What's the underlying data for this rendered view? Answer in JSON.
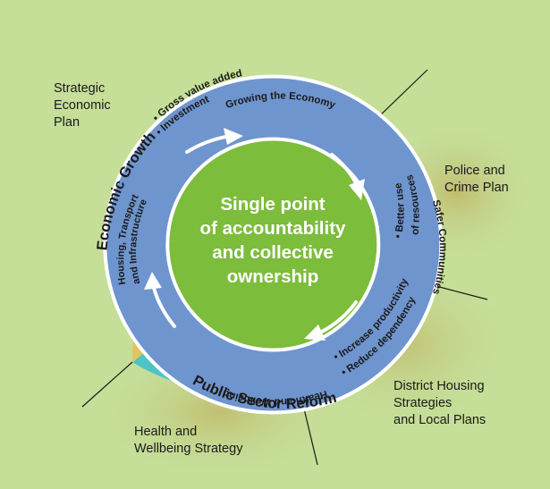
{
  "center": {
    "lines": [
      "Single point",
      "of accountability",
      "and collective",
      "ownership"
    ]
  },
  "inner_ring": {
    "top": "Growing the Economy",
    "right": "Safer Communities",
    "bottom": "Health and Wellbeing",
    "left_line1": "Housing, Transport",
    "left_line2": "and Infrastructure"
  },
  "outer_ring": {
    "economic_growth": {
      "title": "Economic Growth",
      "bullets": [
        "Gross value added",
        "Investment"
      ]
    },
    "police": {
      "bullet_line1": "Better use",
      "bullet_line2": "of resources"
    },
    "public_sector_reform": {
      "title": "Public Sector Reform",
      "bullets": [
        "Increase productivity",
        "Reduce dependency"
      ]
    }
  },
  "plans": {
    "strategic_economic": "Strategic\nEconomic\nPlan",
    "police_crime": "Police and\nCrime Plan",
    "district_housing": "District Housing\nStrategies\nand Local Plans",
    "health_wellbeing": "Health and\nWellbeing Strategy"
  },
  "colors": {
    "background": "#c5de98",
    "economic_growth": "#e0c45e",
    "police": "#4fc3c6",
    "public_sector_reform": "#4fc3c6",
    "inner_ring": "#6f95cf",
    "inner_ring_border": "#ffffff",
    "center": "#7cbd3c",
    "arrow": "#ffffff",
    "divider": "#1a1a1a"
  }
}
